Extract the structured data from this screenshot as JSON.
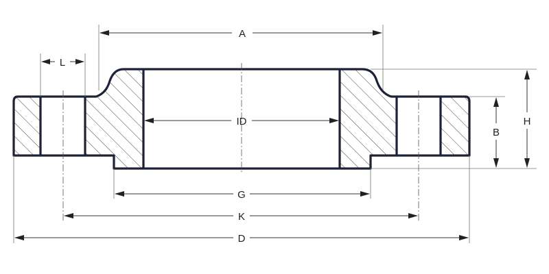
{
  "diagram": {
    "labels": {
      "A": "A",
      "L": "L",
      "ID": "ID",
      "G": "G",
      "K": "K",
      "D": "D",
      "B": "B",
      "H": "H"
    }
  }
}
